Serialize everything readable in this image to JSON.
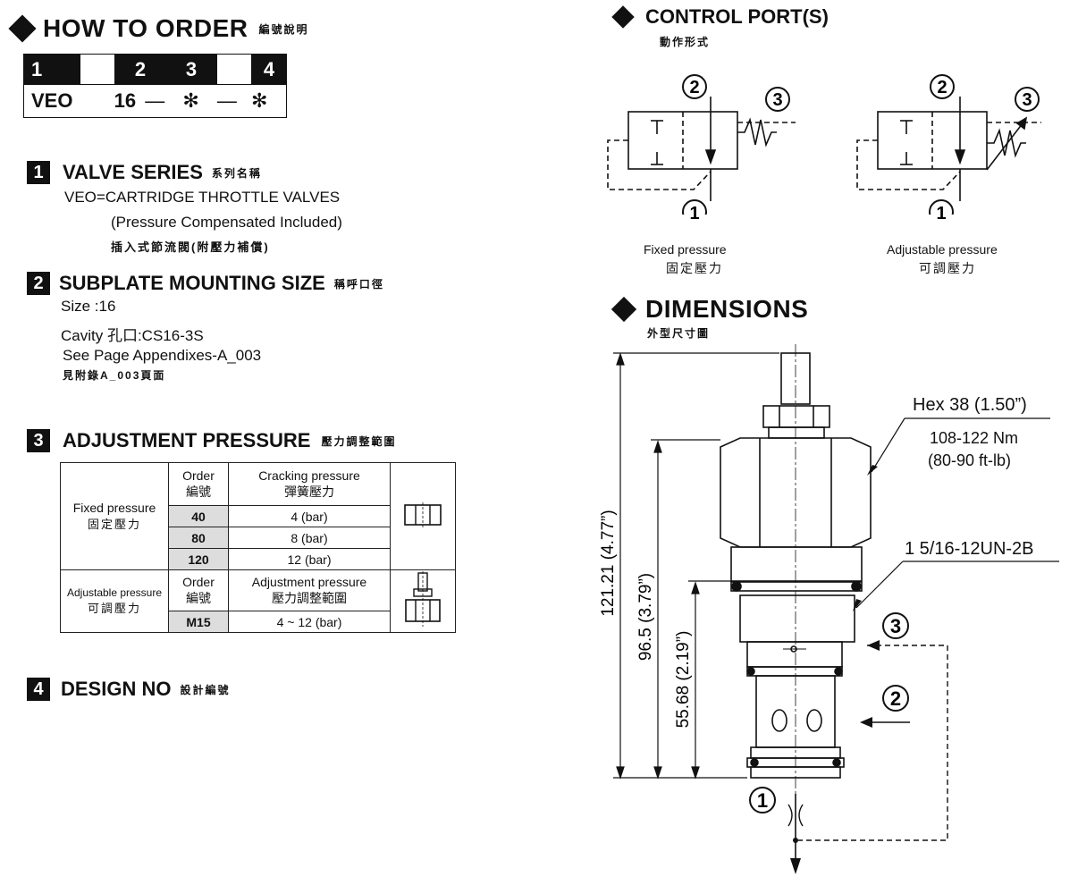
{
  "how_to_order": {
    "title": "HOW TO  ORDER",
    "title_cn": "編號說明",
    "positions": [
      "1",
      "2",
      "3",
      "4"
    ],
    "code": [
      "VEO",
      "16",
      "—",
      "✻",
      "—",
      "✻"
    ]
  },
  "sections": {
    "valve_series": {
      "num": "1",
      "title": "VALVE SERIES",
      "title_cn": "系列名稱",
      "line1": "VEO=CARTRIDGE THROTTLE VALVES",
      "line2": "(Pressure Compensated Included)",
      "line3": "插入式節流閥(附壓力補償)"
    },
    "subplate": {
      "num": "2",
      "title": "SUBPLATE MOUNTING SIZE",
      "title_cn": "稱呼口徑",
      "size": "Size :16",
      "cavity": "Cavity 孔口:CS16-3S",
      "see": "See Page Appendixes-A_003",
      "see_cn": "見附錄A_003頁面"
    },
    "adjustment": {
      "num": "3",
      "title": "ADJUSTMENT PRESSURE",
      "title_cn": "壓力調整範圍",
      "fixed_label": "Fixed pressure",
      "fixed_label_cn": "固定壓力",
      "order_hdr": "Order",
      "order_hdr_cn": "編號",
      "crack_hdr": "Cracking pressure",
      "crack_hdr_cn": "彈簧壓力",
      "fixed_rows": [
        {
          "order": "40",
          "value": "4 (bar)"
        },
        {
          "order": "80",
          "value": "8 (bar)"
        },
        {
          "order": "120",
          "value": "12 (bar)"
        }
      ],
      "adj_label": "Adjustable pressure",
      "adj_label_cn": "可調壓力",
      "adj_hdr": "Adjustment pressure",
      "adj_hdr_cn": "壓力調整範圍",
      "adj_rows": [
        {
          "order": "M15",
          "value": "4 ~ 12 (bar)"
        }
      ]
    },
    "design": {
      "num": "4",
      "title": "DESIGN NO",
      "title_cn": "設計編號"
    }
  },
  "control_port": {
    "title": "CONTROL PORT(S)",
    "title_cn": "動作形式",
    "fixed": "Fixed pressure",
    "fixed_cn": "固定壓力",
    "adjustable": "Adjustable pressure",
    "adjustable_cn": "可調壓力",
    "ports": [
      "1",
      "2",
      "3"
    ]
  },
  "dimensions": {
    "title": "DIMENSIONS",
    "title_cn": "外型尺寸圖",
    "hex": "Hex 38 (1.50”)",
    "torque1": "108-122 Nm",
    "torque2": "(80-90 ft-lb)",
    "thread": "1  5/16-12UN-2B",
    "dim_total": "121.21 (4.77”)",
    "dim_mid": "96.5 (3.79”)",
    "dim_low": "55.68 (2.19”)"
  }
}
